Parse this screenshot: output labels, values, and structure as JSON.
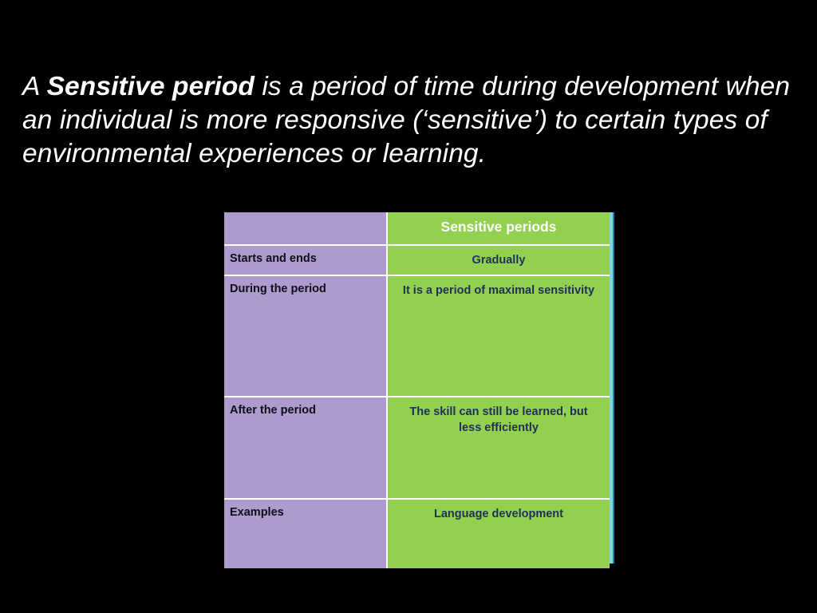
{
  "slide": {
    "background_color": "#000000",
    "heading": {
      "prefix": "A ",
      "emphasis": "Sensitive period",
      "suffix": " is a period of time during development when an individual is more responsive (‘sensitive’) to certain types of environmental experiences or learning.",
      "text_color": "#ffffff"
    }
  },
  "table": {
    "colors": {
      "label_column_bg": "#ae9bcd",
      "value_column_bg": "#92d050",
      "label_text": "#0d0d17",
      "value_text": "#1f3055",
      "header_text": "#ffffff",
      "gridline": "#ffffff",
      "edge_stripe_cyan": "#7fd4e2",
      "edge_stripe_blue": "#2f7f9e"
    },
    "header": {
      "label": "",
      "value": "Sensitive periods"
    },
    "rows": [
      {
        "label": "Starts and ends",
        "value": "Gradually"
      },
      {
        "label": "During the period",
        "value": "It is a period of maximal sensitivity"
      },
      {
        "label": "After the period",
        "value": "The skill can still be learned, but less efficiently"
      },
      {
        "label": "Examples",
        "value": "Language development"
      }
    ]
  }
}
